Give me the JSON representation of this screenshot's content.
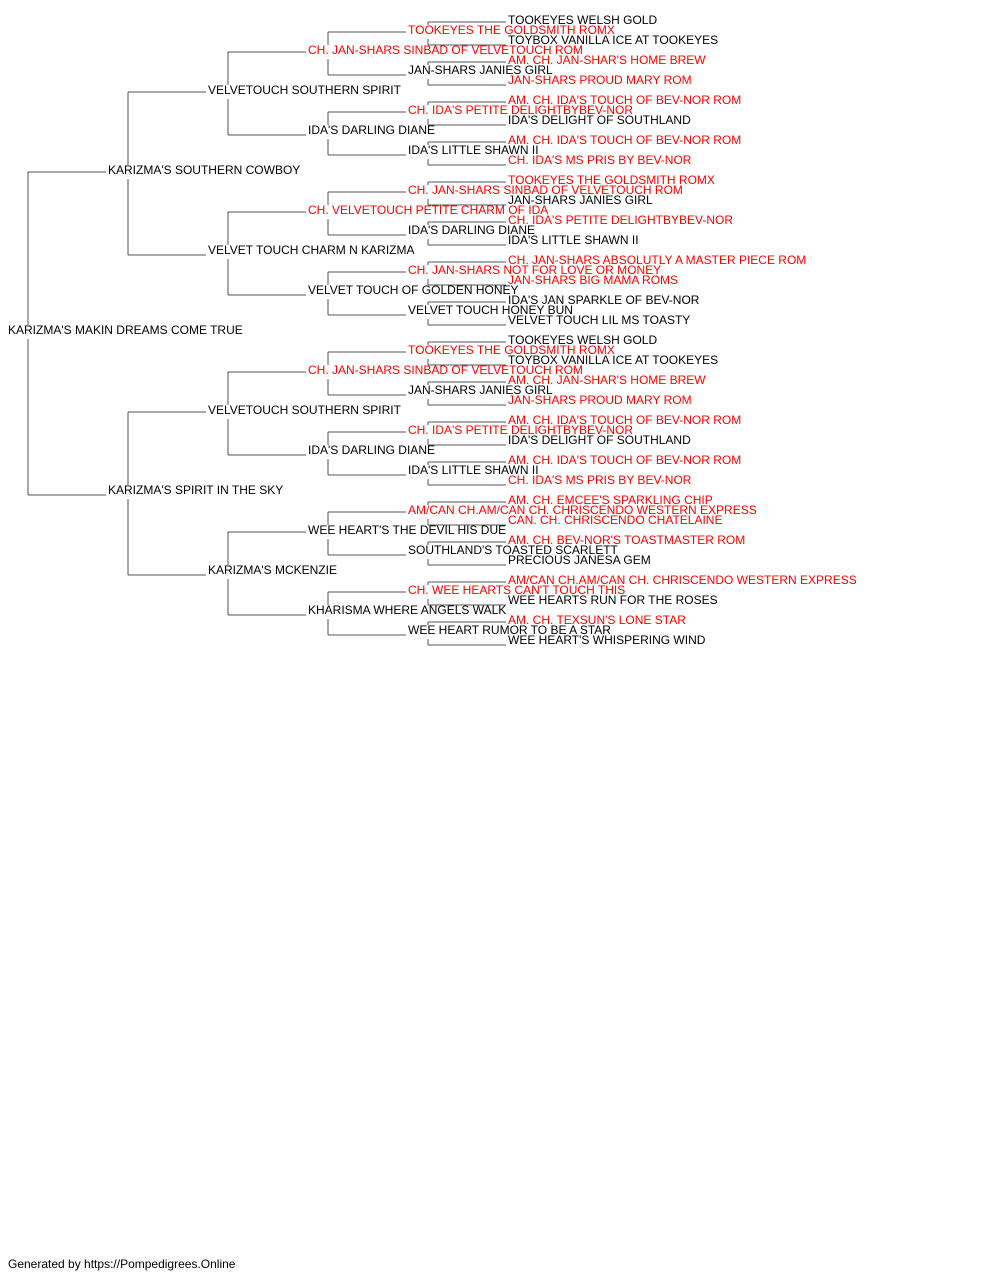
{
  "colors": {
    "champion": "#ff0000",
    "regular": "#000000",
    "lines": "#555555"
  },
  "pedigree": {
    "name": "KARIZMA'S MAKIN DREAMS COME TRUE",
    "ch": false,
    "sire": {
      "name": "KARIZMA'S SOUTHERN COWBOY",
      "ch": false,
      "sire": {
        "name": "VELVETOUCH SOUTHERN SPIRIT",
        "ch": false,
        "sire": {
          "name": "CH. JAN-SHARS SINBAD OF VELVETOUCH ROM",
          "ch": true,
          "sire": {
            "name": "TOOKEYES THE GOLDSMITH ROMX",
            "ch": true,
            "sire": {
              "name": "TOOKEYES WELSH GOLD",
              "ch": false
            },
            "dam": {
              "name": "TOYBOX VANILLA ICE AT TOOKEYES",
              "ch": false
            }
          },
          "dam": {
            "name": "JAN-SHARS JANIES GIRL",
            "ch": false,
            "sire": {
              "name": "AM. CH. JAN-SHAR'S HOME BREW",
              "ch": true
            },
            "dam": {
              "name": "JAN-SHARS PROUD MARY ROM",
              "ch": true
            }
          }
        },
        "dam": {
          "name": "IDA'S DARLING DIANE",
          "ch": false,
          "sire": {
            "name": "CH. IDA'S PETITE DELIGHTBYBEV-NOR",
            "ch": true,
            "sire": {
              "name": "AM. CH. IDA'S TOUCH OF BEV-NOR ROM",
              "ch": true
            },
            "dam": {
              "name": "IDA'S DELIGHT OF SOUTHLAND",
              "ch": false
            }
          },
          "dam": {
            "name": "IDA'S LITTLE SHAWN II",
            "ch": false,
            "sire": {
              "name": "AM. CH. IDA'S TOUCH OF BEV-NOR ROM",
              "ch": true
            },
            "dam": {
              "name": "CH. IDA'S MS PRIS BY BEV-NOR",
              "ch": true
            }
          }
        }
      },
      "dam": {
        "name": "VELVET TOUCH CHARM N KARIZMA",
        "ch": false,
        "sire": {
          "name": "CH. VELVETOUCH PETITE CHARM OF IDA",
          "ch": true,
          "sire": {
            "name": "CH. JAN-SHARS SINBAD OF VELVETOUCH ROM",
            "ch": true,
            "sire": {
              "name": "TOOKEYES THE GOLDSMITH ROMX",
              "ch": true
            },
            "dam": {
              "name": "JAN-SHARS JANIES GIRL",
              "ch": false
            }
          },
          "dam": {
            "name": "IDA'S DARLING DIANE",
            "ch": false,
            "sire": {
              "name": "CH. IDA'S PETITE DELIGHTBYBEV-NOR",
              "ch": true
            },
            "dam": {
              "name": "IDA'S LITTLE SHAWN II",
              "ch": false
            }
          }
        },
        "dam": {
          "name": "VELVET TOUCH OF GOLDEN HONEY",
          "ch": false,
          "sire": {
            "name": "CH. JAN-SHARS NOT FOR LOVE OR MONEY",
            "ch": true,
            "sire": {
              "name": "CH. JAN-SHARS ABSOLUTLY A MASTER PIECE ROM",
              "ch": true
            },
            "dam": {
              "name": "JAN-SHARS BIG MAMA ROMS",
              "ch": true
            }
          },
          "dam": {
            "name": "VELVET TOUCH HONEY BUN",
            "ch": false,
            "sire": {
              "name": "IDA'S JAN SPARKLE OF BEV-NOR",
              "ch": false
            },
            "dam": {
              "name": "VELVET TOUCH LIL MS TOASTY",
              "ch": false
            }
          }
        }
      }
    },
    "dam": {
      "name": "KARIZMA'S SPIRIT IN THE SKY",
      "ch": false,
      "sire": {
        "name": "VELVETOUCH SOUTHERN SPIRIT",
        "ch": false,
        "sire": {
          "name": "CH. JAN-SHARS SINBAD OF VELVETOUCH ROM",
          "ch": true,
          "sire": {
            "name": "TOOKEYES THE GOLDSMITH ROMX",
            "ch": true,
            "sire": {
              "name": "TOOKEYES WELSH GOLD",
              "ch": false
            },
            "dam": {
              "name": "TOYBOX VANILLA ICE AT TOOKEYES",
              "ch": false
            }
          },
          "dam": {
            "name": "JAN-SHARS JANIES GIRL",
            "ch": false,
            "sire": {
              "name": "AM. CH. JAN-SHAR'S HOME BREW",
              "ch": true
            },
            "dam": {
              "name": "JAN-SHARS PROUD MARY ROM",
              "ch": true
            }
          }
        },
        "dam": {
          "name": "IDA'S DARLING DIANE",
          "ch": false,
          "sire": {
            "name": "CH. IDA'S PETITE DELIGHTBYBEV-NOR",
            "ch": true,
            "sire": {
              "name": "AM. CH. IDA'S TOUCH OF BEV-NOR ROM",
              "ch": true
            },
            "dam": {
              "name": "IDA'S DELIGHT OF SOUTHLAND",
              "ch": false
            }
          },
          "dam": {
            "name": "IDA'S LITTLE SHAWN II",
            "ch": false,
            "sire": {
              "name": "AM. CH. IDA'S TOUCH OF BEV-NOR ROM",
              "ch": true
            },
            "dam": {
              "name": "CH. IDA'S MS PRIS BY BEV-NOR",
              "ch": true
            }
          }
        }
      },
      "dam": {
        "name": "KARIZMA'S MCKENZIE",
        "ch": false,
        "sire": {
          "name": "WEE HEART'S THE DEVIL HIS DUE",
          "ch": false,
          "sire": {
            "name": "AM/CAN CH.AM/CAN CH. CHRISCENDO WESTERN EXPRESS",
            "ch": true,
            "sire": {
              "name": "AM. CH. EMCEE'S SPARKLING CHIP",
              "ch": true
            },
            "dam": {
              "name": "CAN. CH. CHRISCENDO CHATELAINE",
              "ch": true
            }
          },
          "dam": {
            "name": "SOUTHLAND'S TOASTED SCARLETT",
            "ch": false,
            "sire": {
              "name": "AM. CH. BEV-NOR'S TOASTMASTER ROM",
              "ch": true
            },
            "dam": {
              "name": "PRECIOUS JANESA GEM",
              "ch": false
            }
          }
        },
        "dam": {
          "name": "KHARISMA WHERE ANGELS WALK",
          "ch": false,
          "sire": {
            "name": "CH. WEE HEARTS CAN'T TOUCH THIS",
            "ch": true,
            "sire": {
              "name": "AM/CAN CH.AM/CAN CH. CHRISCENDO WESTERN EXPRESS",
              "ch": true
            },
            "dam": {
              "name": "WEE HEARTS RUN FOR THE ROSES",
              "ch": false
            }
          },
          "dam": {
            "name": "WEE HEART RUMOR TO BE A STAR",
            "ch": false,
            "sire": {
              "name": "AM. CH. TEXSUN'S LONE STAR",
              "ch": true
            },
            "dam": {
              "name": "WEE HEART'S WHISPERING WIND",
              "ch": false
            }
          }
        }
      }
    }
  },
  "footer": "Generated by https://Pompedigrees.Online"
}
